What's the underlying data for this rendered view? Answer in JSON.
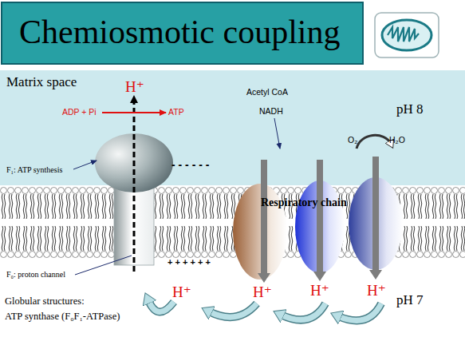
{
  "diagram": {
    "title": "Chemiosmotic coupling",
    "nodes": [
      {
        "text": [
          "Matrix space",
          "pH 8"
        ]
      }
    ],
    "labels": [
      "H⁺",
      "ADP + Pi",
      "ATP",
      "F₁: ATP synthesis",
      "Acetyl CoA",
      "NADH",
      "O₂",
      "H₂O",
      "Respiratory chain",
      "- - - - - -",
      "+ + + + + +",
      "F₀: proton channel",
      "Globular structures:",
      "ATP synthase (F₀F₁-ATPase)",
      "pH 7",
      "H⁺",
      "H⁺",
      "H⁺",
      "H⁺"
    ]
  }
}
